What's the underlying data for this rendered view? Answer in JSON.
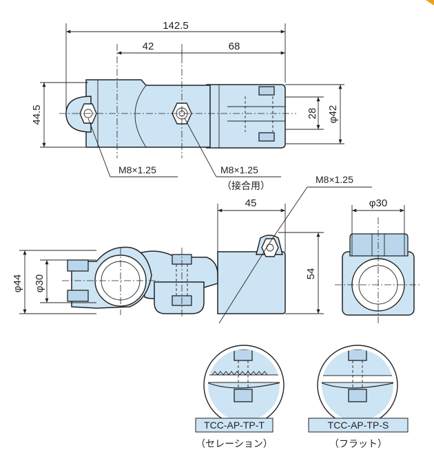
{
  "top_view": {
    "dim_overall": "142.5",
    "dim_left": "42",
    "dim_right": "68",
    "dim_height": "44.5",
    "dim_slot": "28",
    "dim_dia": "φ42",
    "callout_left": "M8×1.25",
    "callout_center": "M8×1.25",
    "callout_center_note": "（接合用）"
  },
  "front_view": {
    "callout": "M8×1.25",
    "dim_length": "45",
    "dim_height": "54",
    "dim_outer_dia": "φ44",
    "dim_inner_dia": "φ30"
  },
  "side_view": {
    "dim_dia": "φ30"
  },
  "variants": [
    {
      "code": "TCC-AP-TP-T",
      "note": "（セレーション）"
    },
    {
      "code": "TCC-AP-TP-S",
      "note": "（フラット）"
    }
  ],
  "colors": {
    "part_fill": "#cde4f4",
    "accent_corner": "#f0a020"
  }
}
